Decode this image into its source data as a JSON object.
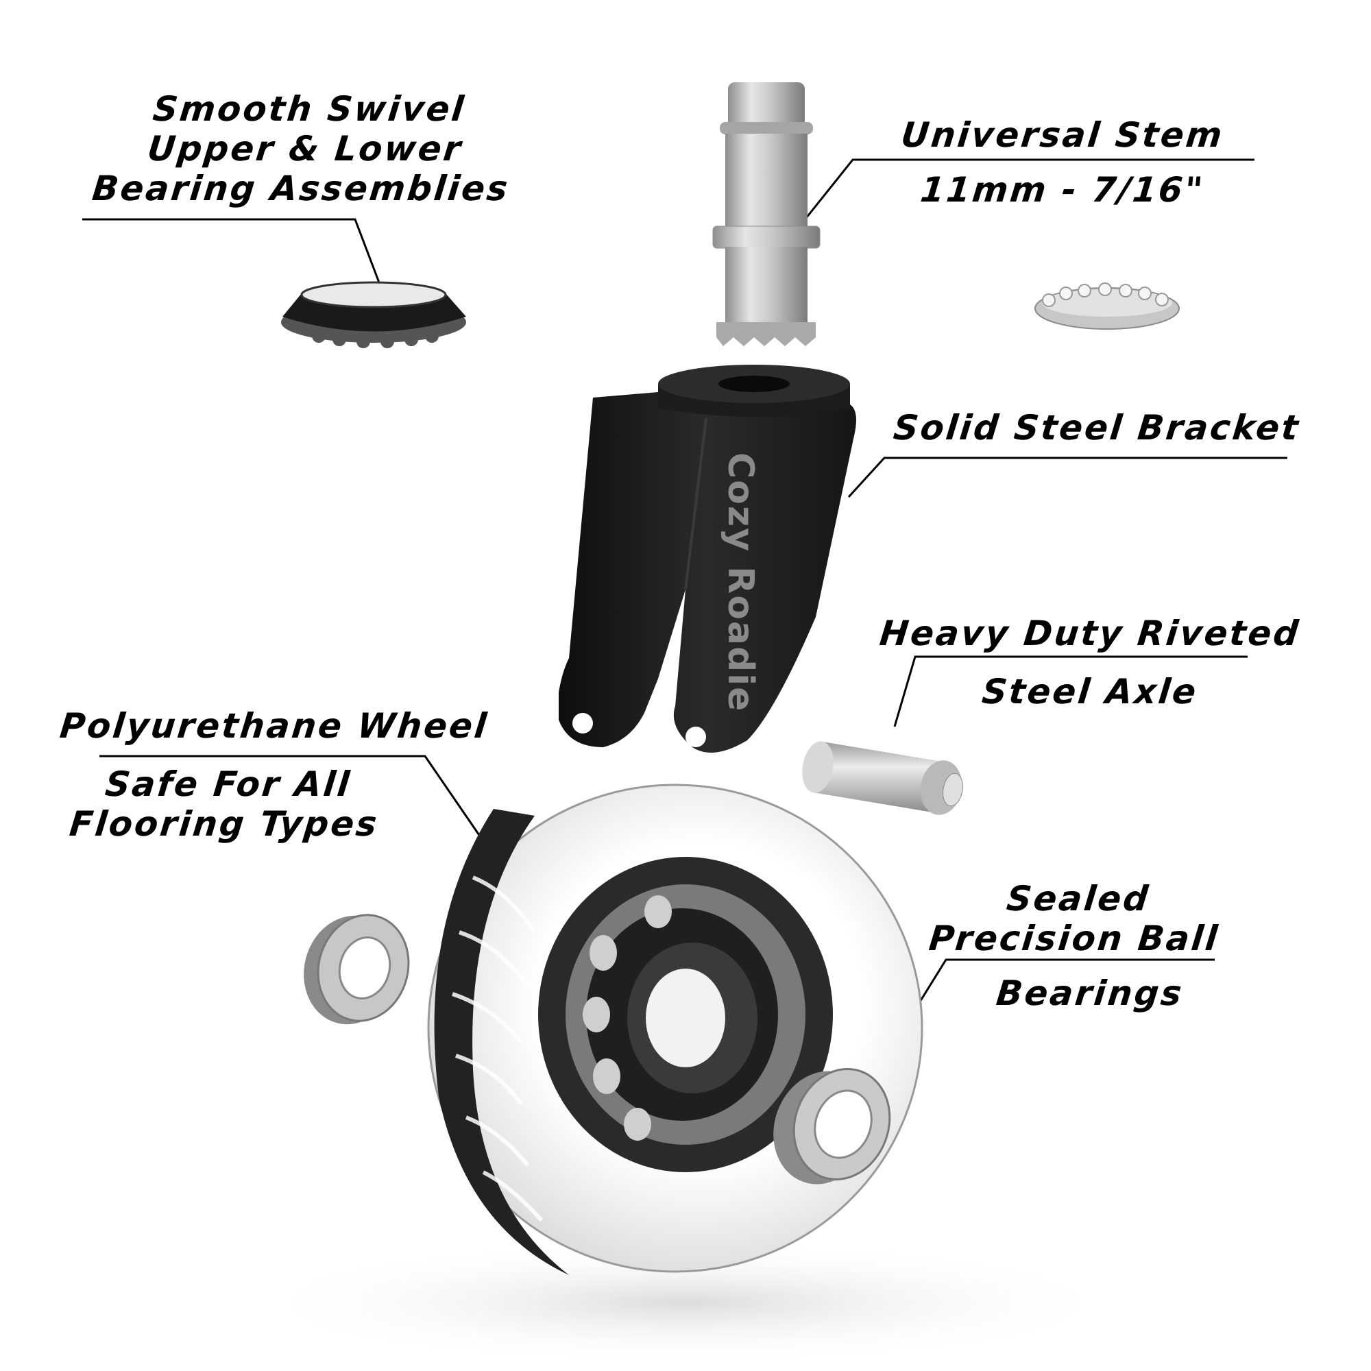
{
  "labels": {
    "swivel": [
      "Smooth Swivel",
      "Upper & Lower",
      "Bearing Assemblies"
    ],
    "stem_title": "Universal Stem",
    "stem_size": "11mm - 7/16\"",
    "bracket": "Solid Steel Bracket",
    "axle_title": "Heavy Duty Riveted",
    "axle_sub": "Steel Axle",
    "wheel_title": "Polyurethane Wheel",
    "wheel_sub": [
      "Safe For All",
      "Flooring Types"
    ],
    "bearings": [
      "Sealed",
      "Precision Ball",
      "Bearings"
    ]
  },
  "brand_text": "Cozy Roadie",
  "parts": [
    "bearing-ring-upper",
    "stem",
    "bearing-race-lower",
    "bracket",
    "axle",
    "wheel",
    "ball-bearing-left",
    "ball-bearing-right"
  ],
  "colors": {
    "text": "#000000",
    "bracket": "#1b1b1b",
    "steel": "#bfbfbf",
    "wheel_clear": "#f4f4f4",
    "brand": "#8a8a8a"
  }
}
